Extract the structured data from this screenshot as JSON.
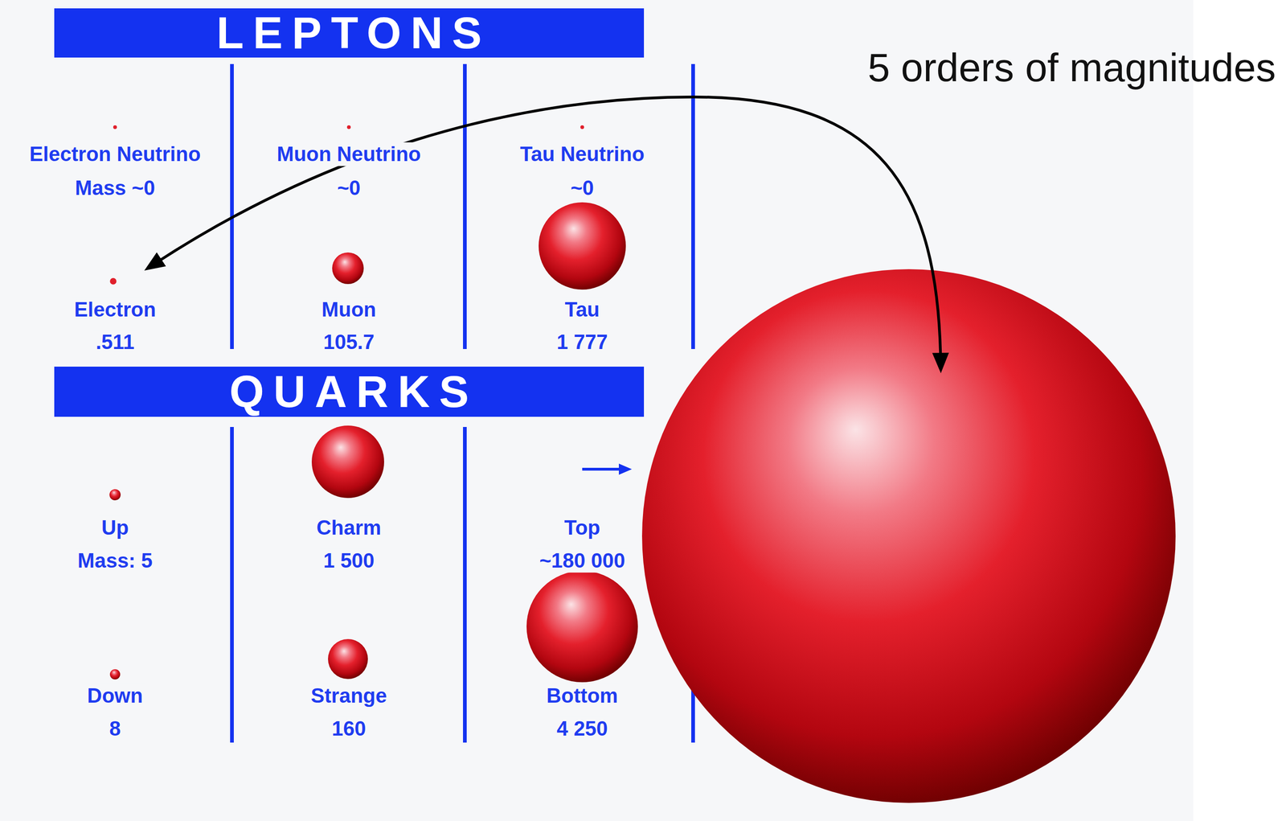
{
  "diagram": {
    "nodes": [
      {
        "text": [
          "LEPTONS"
        ]
      },
      {
        "text": [
          "Electron Neutrino",
          "Mass ~0"
        ]
      },
      {
        "text": [
          "Muon Neutrino",
          "~0"
        ]
      },
      {
        "text": [
          "Tau Neutrino",
          "~0"
        ]
      },
      {
        "text": [
          "Electron",
          ".511"
        ]
      },
      {
        "text": [
          "Muon",
          "105.7"
        ]
      },
      {
        "text": [
          "Tau",
          "1 777"
        ]
      },
      {
        "text": [
          "QUARKS"
        ]
      },
      {
        "text": [
          "Up",
          "Mass: 5"
        ]
      },
      {
        "text": [
          "Charm",
          "1 500"
        ]
      },
      {
        "text": [
          "Top",
          "~180 000"
        ]
      },
      {
        "text": [
          "Down",
          "8"
        ]
      },
      {
        "text": [
          "Strange",
          "160"
        ]
      },
      {
        "text": [
          "Bottom",
          "4 250"
        ]
      }
    ],
    "edges": [
      {
        "from": 4,
        "to": 10,
        "arrow": "both",
        "label": "5 orders of magnitudes"
      }
    ]
  }
}
